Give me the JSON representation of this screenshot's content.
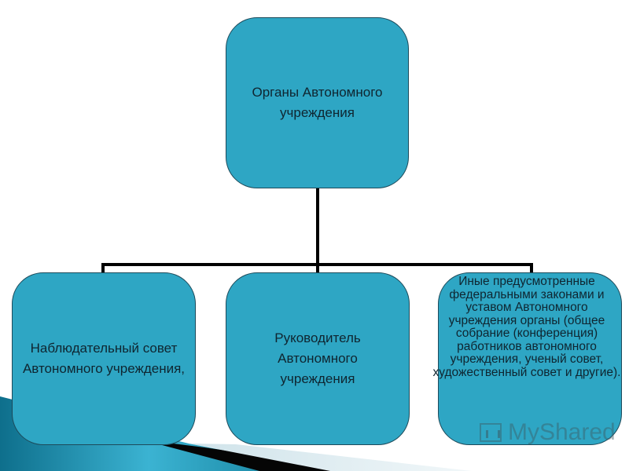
{
  "diagram": {
    "type": "org-chart",
    "root": {
      "label": "Органы Автономного учреждения"
    },
    "children": [
      {
        "label": "Наблюдательный совет Автономного учреждения,"
      },
      {
        "label": "Руководитель Автономного учреждения"
      },
      {
        "label": "Иные предусмотренные федеральными законами и уставом Автономного учреждения органы (общее собрание (конференция) работников автономного учреждения, ученый совет, художественный совет и другие)."
      }
    ],
    "edges": [
      {
        "from": "root",
        "to": "children.0"
      },
      {
        "from": "root",
        "to": "children.1"
      },
      {
        "from": "root",
        "to": "children.2"
      }
    ]
  },
  "colors": {
    "box_fill": "#2ea6c4",
    "box_border": "#1d4a5a",
    "connector": "#000000",
    "text": "#0f2530",
    "decor_teal": "#1b7f9c"
  },
  "watermark": {
    "text": "MyShared"
  }
}
